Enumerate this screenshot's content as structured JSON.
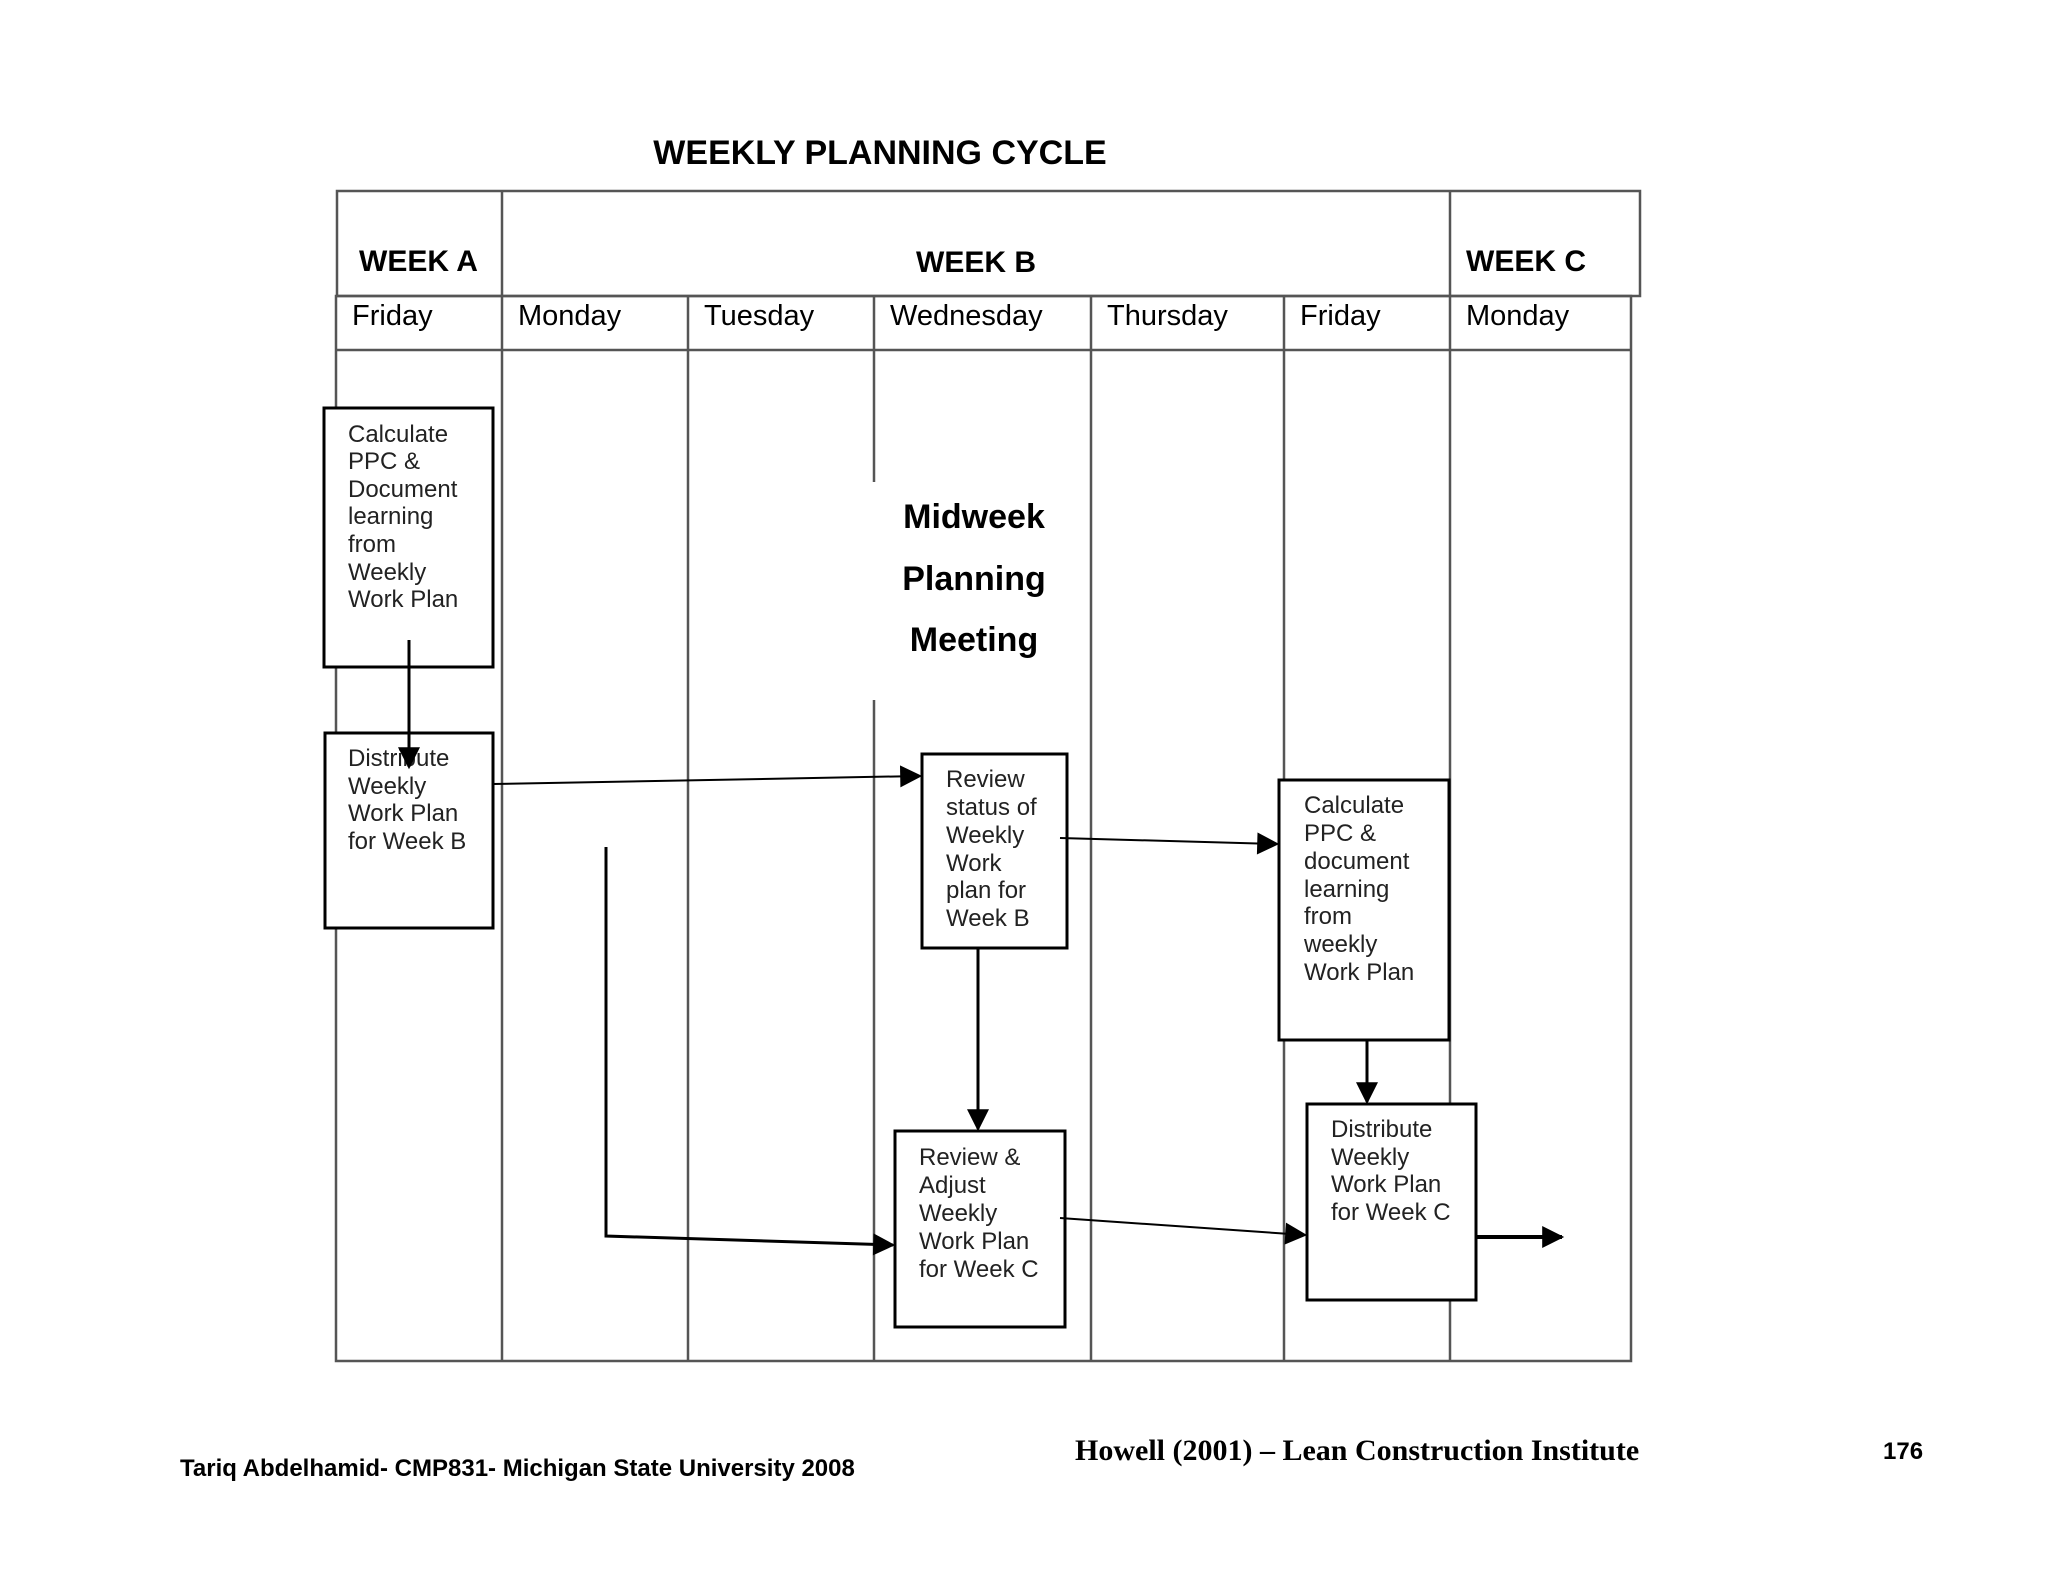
{
  "title": "WEEKLY PLANNING CYCLE",
  "weeks": [
    "WEEK A",
    "WEEK B",
    "WEEK C"
  ],
  "days": [
    "Friday",
    "Monday",
    "Tuesday",
    "Wednesday",
    "Thursday",
    "Friday",
    "Monday"
  ],
  "meeting": [
    "Midweek",
    "Planning",
    "Meeting"
  ],
  "boxes": {
    "calc_a": [
      "Calculate",
      "PPC &",
      "Document",
      "learning",
      "from",
      "Weekly",
      "Work Plan"
    ],
    "dist_a": [
      "Distribute",
      "Weekly",
      "Work Plan",
      "for Week B"
    ],
    "review_status": [
      "Review",
      "status of",
      "Weekly",
      "Work",
      "plan for",
      "Week B"
    ],
    "calc_b": [
      "Calculate",
      "PPC &",
      "document",
      "learning",
      "from",
      "weekly",
      "Work Plan"
    ],
    "review_adjust": [
      "Review &",
      "Adjust",
      "Weekly",
      "Work Plan",
      "for Week C"
    ],
    "dist_c": [
      "Distribute",
      "Weekly",
      "Work Plan",
      "for Week C"
    ]
  },
  "footer": {
    "left": "Tariq Abdelhamid- CMP831- Michigan State University 2008",
    "center": "Howell (2001) – Lean Construction Institute",
    "page_number": "176"
  }
}
